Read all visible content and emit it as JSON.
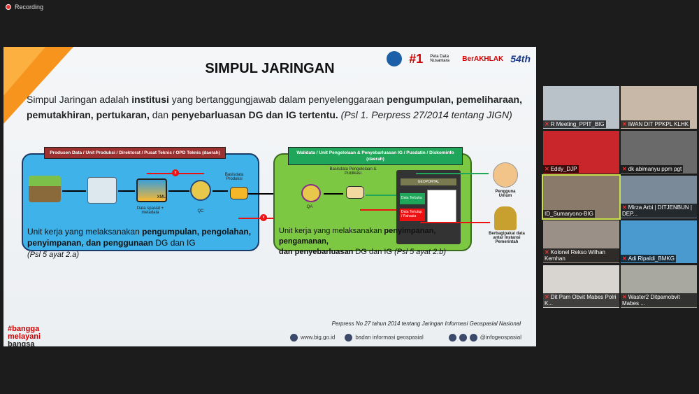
{
  "recording": {
    "label": "Recording"
  },
  "slide": {
    "title": "SIMPUL JARINGAN",
    "logos": {
      "big": "BADAN INFORMASI GEOSPASIAL",
      "peta": "#1",
      "peta_sub": "Peta Data Nusantara",
      "berakhlak": "BerAKHLAK",
      "anniv": "54th"
    },
    "intro_parts": [
      "Simpul Jaringan adalah ",
      "institusi",
      " yang bertanggungjawab dalam penyelenggaraan ",
      "pengumpulan, pemeliharaan, pemutakhiran, pertukaran,",
      " dan ",
      "penyebarluasan DG dan IG tertentu.",
      " (Psl 1. Perpress 27/2014 tentang JIGN)"
    ],
    "left": {
      "header": "Produsen Data / Unit Produksi / Direktorat / Pusat Teknis / OPD Teknis (daerah)",
      "data_label": "Data spasial + metadata",
      "qc": "QC",
      "db": "Basisdata Produksi",
      "xml": "XML",
      "text_a": "Unit kerja yang melaksanakan ",
      "text_b": "pengumpulan, pengolahan, penyimpanan, dan penggunaan",
      "text_c": " DG dan IG",
      "ref": "(Psl 5 ayat 2.a)"
    },
    "right": {
      "header": "Walidata / Unit Pengelolaan & Penyebarluasan IG / Pusdatin / Diskominfo (daerah)",
      "db": "Basisdata Pengelolaan & Publikasi",
      "qa": "QA",
      "geoportal": "GEOPORTAL",
      "open": "Data Terbuka",
      "closed": "Data Tertutup / Rahasia",
      "text_a": "Unit kerja yang melaksanakan ",
      "text_b": "penyimpanan, pengamanan,",
      "text_c": "dan penyebarluasan",
      "text_d": " DG dan IG ",
      "ref": "(Psl 5 ayat 2.b)"
    },
    "users": "Pengguna Umum",
    "gov": "Berbagipakai data antar Instansi Pemerintah",
    "x_mark": "x",
    "footer": {
      "law": "Perpress No 27 tahun 2014 tentang Jaringan Informasi Geospasial Nasional",
      "web": "www.big.go.id",
      "youtube": "badan informasi geospasial",
      "social": "@infogeospasial"
    },
    "tagline": [
      "#bangga",
      "melayani",
      "bangsa"
    ]
  },
  "participants": [
    {
      "name": "R Meeting_PPIT_BIG"
    },
    {
      "name": "IWAN DIT PPKPL KLHK"
    },
    {
      "name": "Eddy_DJP"
    },
    {
      "name": "dk abimanyu ppm pgt"
    },
    {
      "name": "ID_Sumaryono-BIG"
    },
    {
      "name": "Mirza Arbi | DITJENBUN | DEP..."
    },
    {
      "name": "Kolonel Rekso Wilhan Kemhan"
    },
    {
      "name": "Adi Ripaldi_BMKG"
    },
    {
      "name": "Dit Pam Obvit Mabes Polri  K..."
    },
    {
      "name": "Waster2 Ditpamobvit Mabes ..."
    }
  ]
}
